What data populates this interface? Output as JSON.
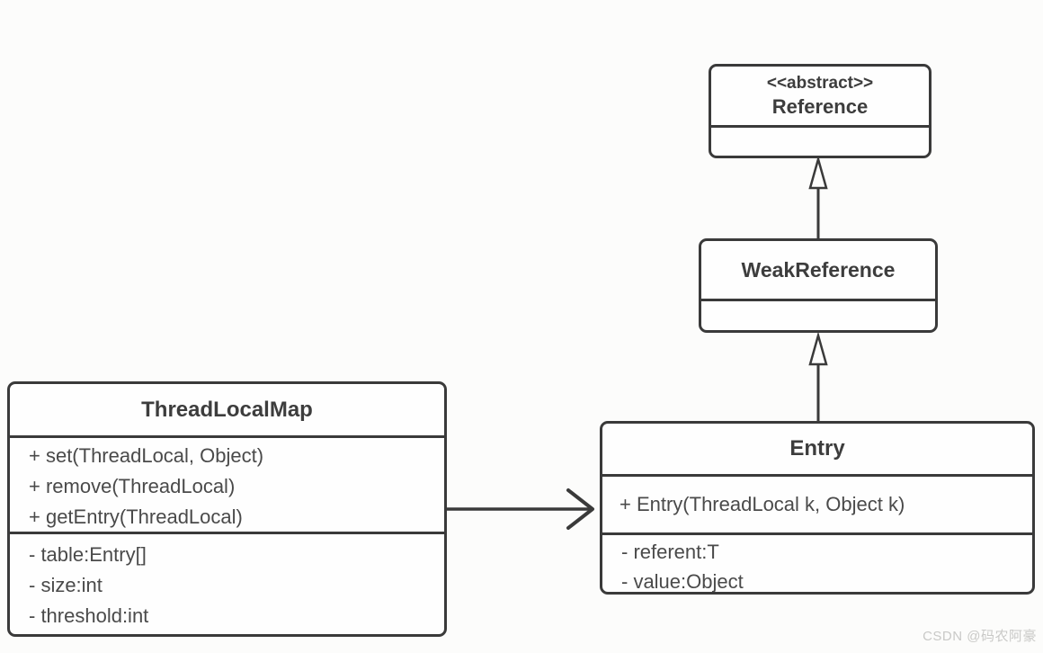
{
  "diagram": {
    "colors": {
      "stroke": "#3a3a3a",
      "title_text": "#3d3d3d",
      "body_text": "#4a4a4a",
      "box_fill": "#fefefe",
      "background": "#fcfcfb",
      "watermark_text": "#c9c9c7"
    },
    "classes": {
      "reference": {
        "stereotype": "<<abstract>>",
        "name": "Reference",
        "methods": [],
        "attributes": []
      },
      "weak_reference": {
        "name": "WeakReference",
        "methods": [],
        "attributes": []
      },
      "entry": {
        "name": "Entry",
        "methods": [
          "+ Entry(ThreadLocal k, Object k)"
        ],
        "attributes": [
          "- referent:T",
          "- value:Object"
        ]
      },
      "thread_local_map": {
        "name": "ThreadLocalMap",
        "methods": [
          "+ set(ThreadLocal, Object)",
          "+ remove(ThreadLocal)",
          "+ getEntry(ThreadLocal)"
        ],
        "attributes": [
          "- table:Entry[]",
          "- size:int",
          "- threshold:int"
        ]
      }
    },
    "relations": [
      {
        "type": "generalization",
        "from": "WeakReference",
        "to": "Reference"
      },
      {
        "type": "generalization",
        "from": "Entry",
        "to": "WeakReference"
      },
      {
        "type": "association",
        "from": "ThreadLocalMap",
        "to": "Entry"
      }
    ],
    "watermark": "CSDN @码农阿豪"
  }
}
